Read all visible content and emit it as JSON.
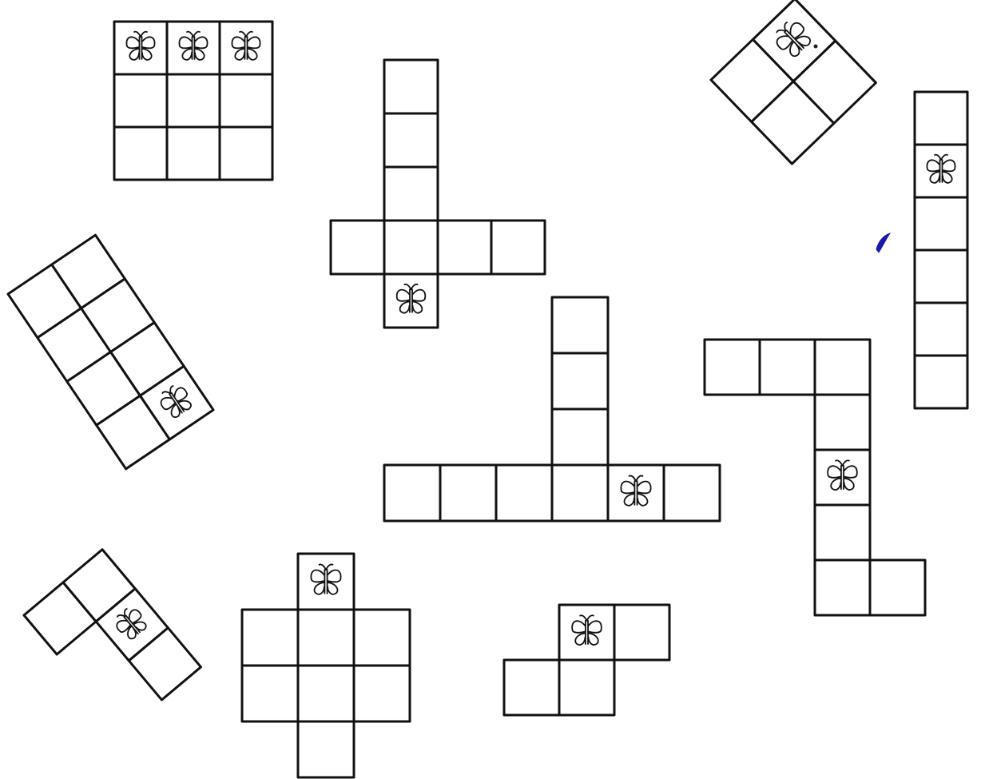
{
  "pieces": [
    {
      "id": "piece-3x3-grid",
      "cells": [
        [
          0,
          0
        ],
        [
          1,
          0
        ],
        [
          2,
          0
        ],
        [
          0,
          1
        ],
        [
          1,
          1
        ],
        [
          2,
          1
        ],
        [
          0,
          2
        ],
        [
          1,
          2
        ],
        [
          2,
          2
        ]
      ],
      "butterflies": [
        [
          0,
          0
        ],
        [
          1,
          0
        ],
        [
          2,
          0
        ]
      ]
    },
    {
      "id": "piece-cross-top",
      "cells": [
        [
          1,
          0
        ],
        [
          1,
          1
        ],
        [
          1,
          2
        ],
        [
          0,
          3
        ],
        [
          1,
          3
        ],
        [
          2,
          3
        ],
        [
          3,
          3
        ],
        [
          1,
          4
        ]
      ],
      "butterflies": [
        [
          1,
          4
        ]
      ]
    },
    {
      "id": "piece-diamond-2x2",
      "cells": [
        [
          0,
          0
        ],
        [
          1,
          0
        ],
        [
          0,
          1
        ],
        [
          1,
          1
        ]
      ],
      "butterflies": [
        [
          1,
          0
        ]
      ]
    },
    {
      "id": "piece-column-6",
      "cells": [
        [
          0,
          0
        ],
        [
          0,
          1
        ],
        [
          0,
          2
        ],
        [
          0,
          3
        ],
        [
          0,
          4
        ],
        [
          0,
          5
        ]
      ],
      "butterflies": [
        [
          0,
          1
        ]
      ]
    },
    {
      "id": "piece-tilted-2x4",
      "cells": [
        [
          0,
          0
        ],
        [
          1,
          0
        ],
        [
          0,
          1
        ],
        [
          1,
          1
        ],
        [
          0,
          2
        ],
        [
          1,
          2
        ],
        [
          0,
          3
        ],
        [
          1,
          3
        ]
      ],
      "butterflies": [
        [
          1,
          3
        ]
      ]
    },
    {
      "id": "piece-long-t",
      "cells": [
        [
          3,
          0
        ],
        [
          3,
          1
        ],
        [
          3,
          2
        ],
        [
          0,
          3
        ],
        [
          1,
          3
        ],
        [
          2,
          3
        ],
        [
          3,
          3
        ],
        [
          4,
          3
        ],
        [
          5,
          3
        ]
      ],
      "butterflies": [
        [
          4,
          3
        ]
      ]
    },
    {
      "id": "piece-s-shape",
      "cells": [
        [
          0,
          0
        ],
        [
          1,
          0
        ],
        [
          2,
          0
        ],
        [
          2,
          1
        ],
        [
          2,
          2
        ],
        [
          2,
          3
        ],
        [
          2,
          4
        ],
        [
          3,
          4
        ]
      ],
      "butterflies": [
        [
          2,
          2
        ]
      ]
    },
    {
      "id": "piece-tilted-l",
      "cells": [
        [
          0,
          0
        ],
        [
          1,
          0
        ],
        [
          1,
          1
        ],
        [
          1,
          2
        ]
      ],
      "butterflies": [
        [
          1,
          1
        ]
      ]
    },
    {
      "id": "piece-cross-bottom",
      "cells": [
        [
          1,
          0
        ],
        [
          0,
          1
        ],
        [
          1,
          1
        ],
        [
          2,
          1
        ],
        [
          0,
          2
        ],
        [
          1,
          2
        ],
        [
          2,
          2
        ],
        [
          1,
          3
        ]
      ],
      "butterflies": [
        [
          1,
          0
        ]
      ]
    },
    {
      "id": "piece-z-shape",
      "cells": [
        [
          1,
          0
        ],
        [
          2,
          0
        ],
        [
          0,
          1
        ],
        [
          1,
          1
        ]
      ],
      "butterflies": [
        [
          1,
          0
        ]
      ]
    }
  ]
}
